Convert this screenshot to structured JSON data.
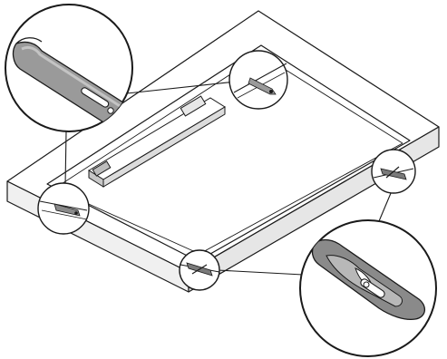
{
  "figure": {
    "subject": "ceiling-panel-mounting-clips",
    "stroke_color": "#1a1a1a",
    "panel_fill": "#ffffff",
    "frame_shade": "#e9e9e9",
    "clip_fill": "#9a9a9a",
    "clip_dark": "#6e6e6e",
    "clip_light": "#c4c4c4",
    "callouts": [
      {
        "role": "enlarged-clip-view",
        "shows": "top-left-clip-detail"
      },
      {
        "role": "enlarged-clip-view",
        "shows": "bottom-right-clip-detail"
      }
    ],
    "clip_markers": [
      "top-clip",
      "left-clip",
      "bottom-clip",
      "right-clip"
    ]
  }
}
